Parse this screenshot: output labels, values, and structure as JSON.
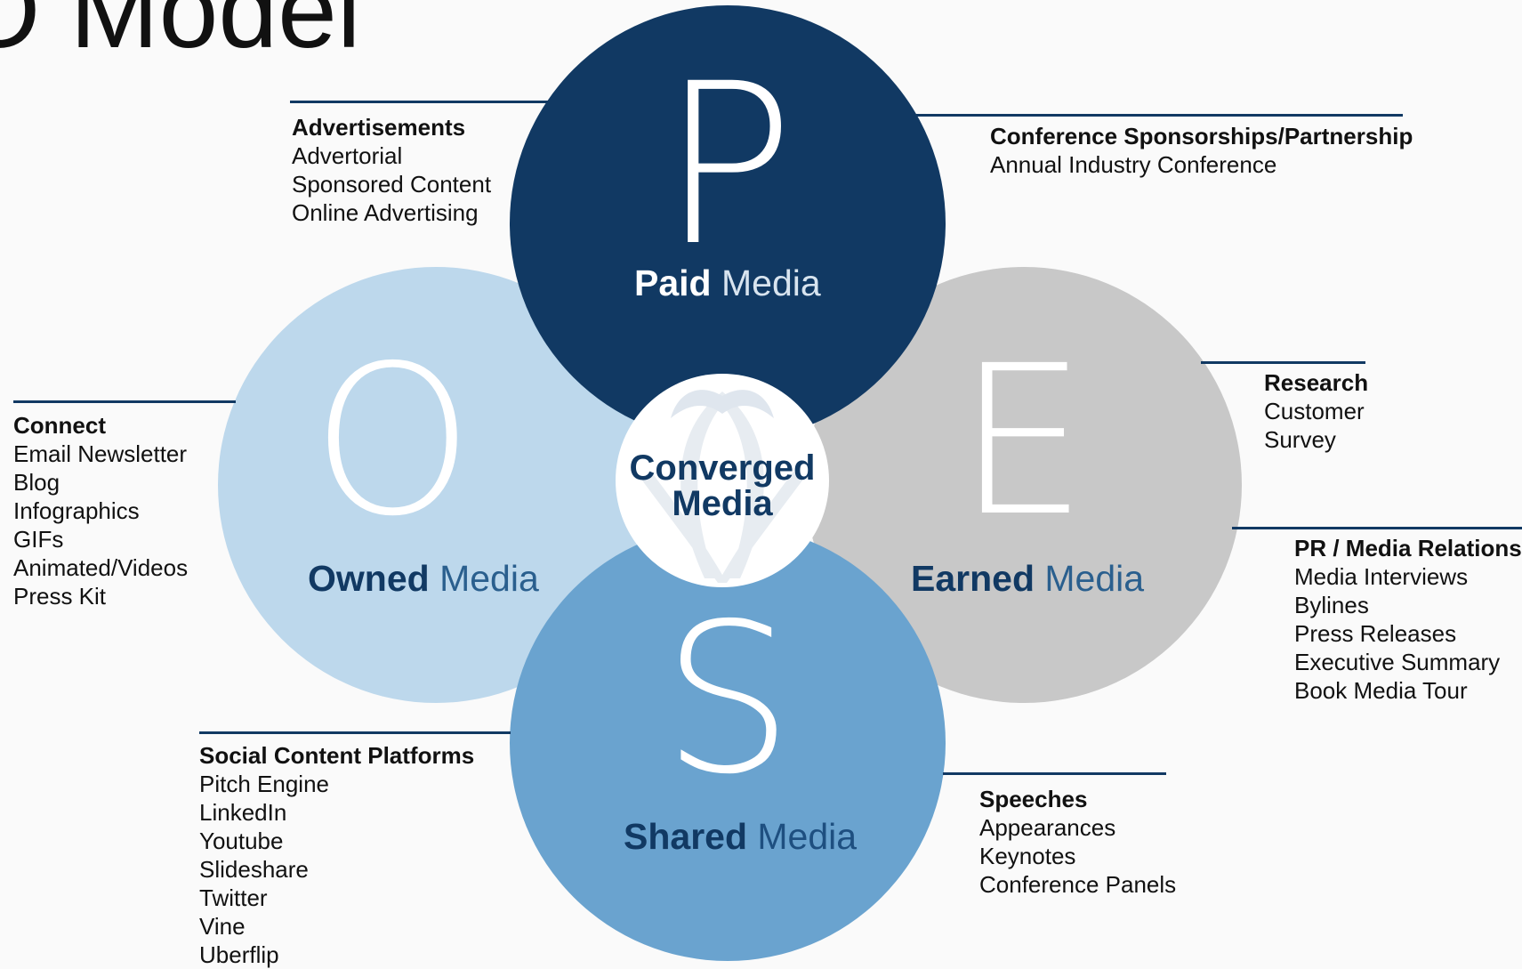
{
  "title": "O Model",
  "colors": {
    "paid": "#113963",
    "owned": "#bdd8ec",
    "earned": "#c8c8c8",
    "shared": "#6aa3cf",
    "rule": "#113963"
  },
  "circles": {
    "paid": {
      "letter": "P",
      "bold": "Paid",
      "light": "Media"
    },
    "owned": {
      "letter": "O",
      "bold": "Owned",
      "light": "Media"
    },
    "earned": {
      "letter": "E",
      "bold": "Earned",
      "light": "Media"
    },
    "shared": {
      "letter": "S",
      "bold": "Shared",
      "light": "Media"
    },
    "center": {
      "line1": "Converged",
      "line2": "Media"
    }
  },
  "blocks": {
    "advertisements": {
      "head": "Advertisements",
      "items": [
        "Advertorial",
        "Sponsored Content",
        "Online Advertising"
      ]
    },
    "conference": {
      "head": "Conference Sponsorships/Partnership",
      "items": [
        "Annual Industry Conference"
      ]
    },
    "connect": {
      "head": "Connect",
      "items": [
        "Email Newsletter",
        "Blog",
        "Infographics",
        "GIFs",
        "Animated/Videos",
        "Press Kit"
      ]
    },
    "research": {
      "head": "Research",
      "items": [
        "Customer",
        "Survey"
      ]
    },
    "pr": {
      "head": "PR / Media Relations",
      "items": [
        "Media Interviews",
        "Bylines",
        "Press Releases",
        "Executive Summary",
        "Book Media Tour"
      ]
    },
    "social": {
      "head": "Social Content Platforms",
      "items": [
        "Pitch Engine",
        "LinkedIn",
        "Youtube",
        "Slideshare",
        "Twitter",
        "Vine",
        "Uberflip"
      ]
    },
    "speeches": {
      "head": "Speeches",
      "items": [
        "Appearances",
        "Keynotes",
        "Conference Panels"
      ]
    }
  }
}
